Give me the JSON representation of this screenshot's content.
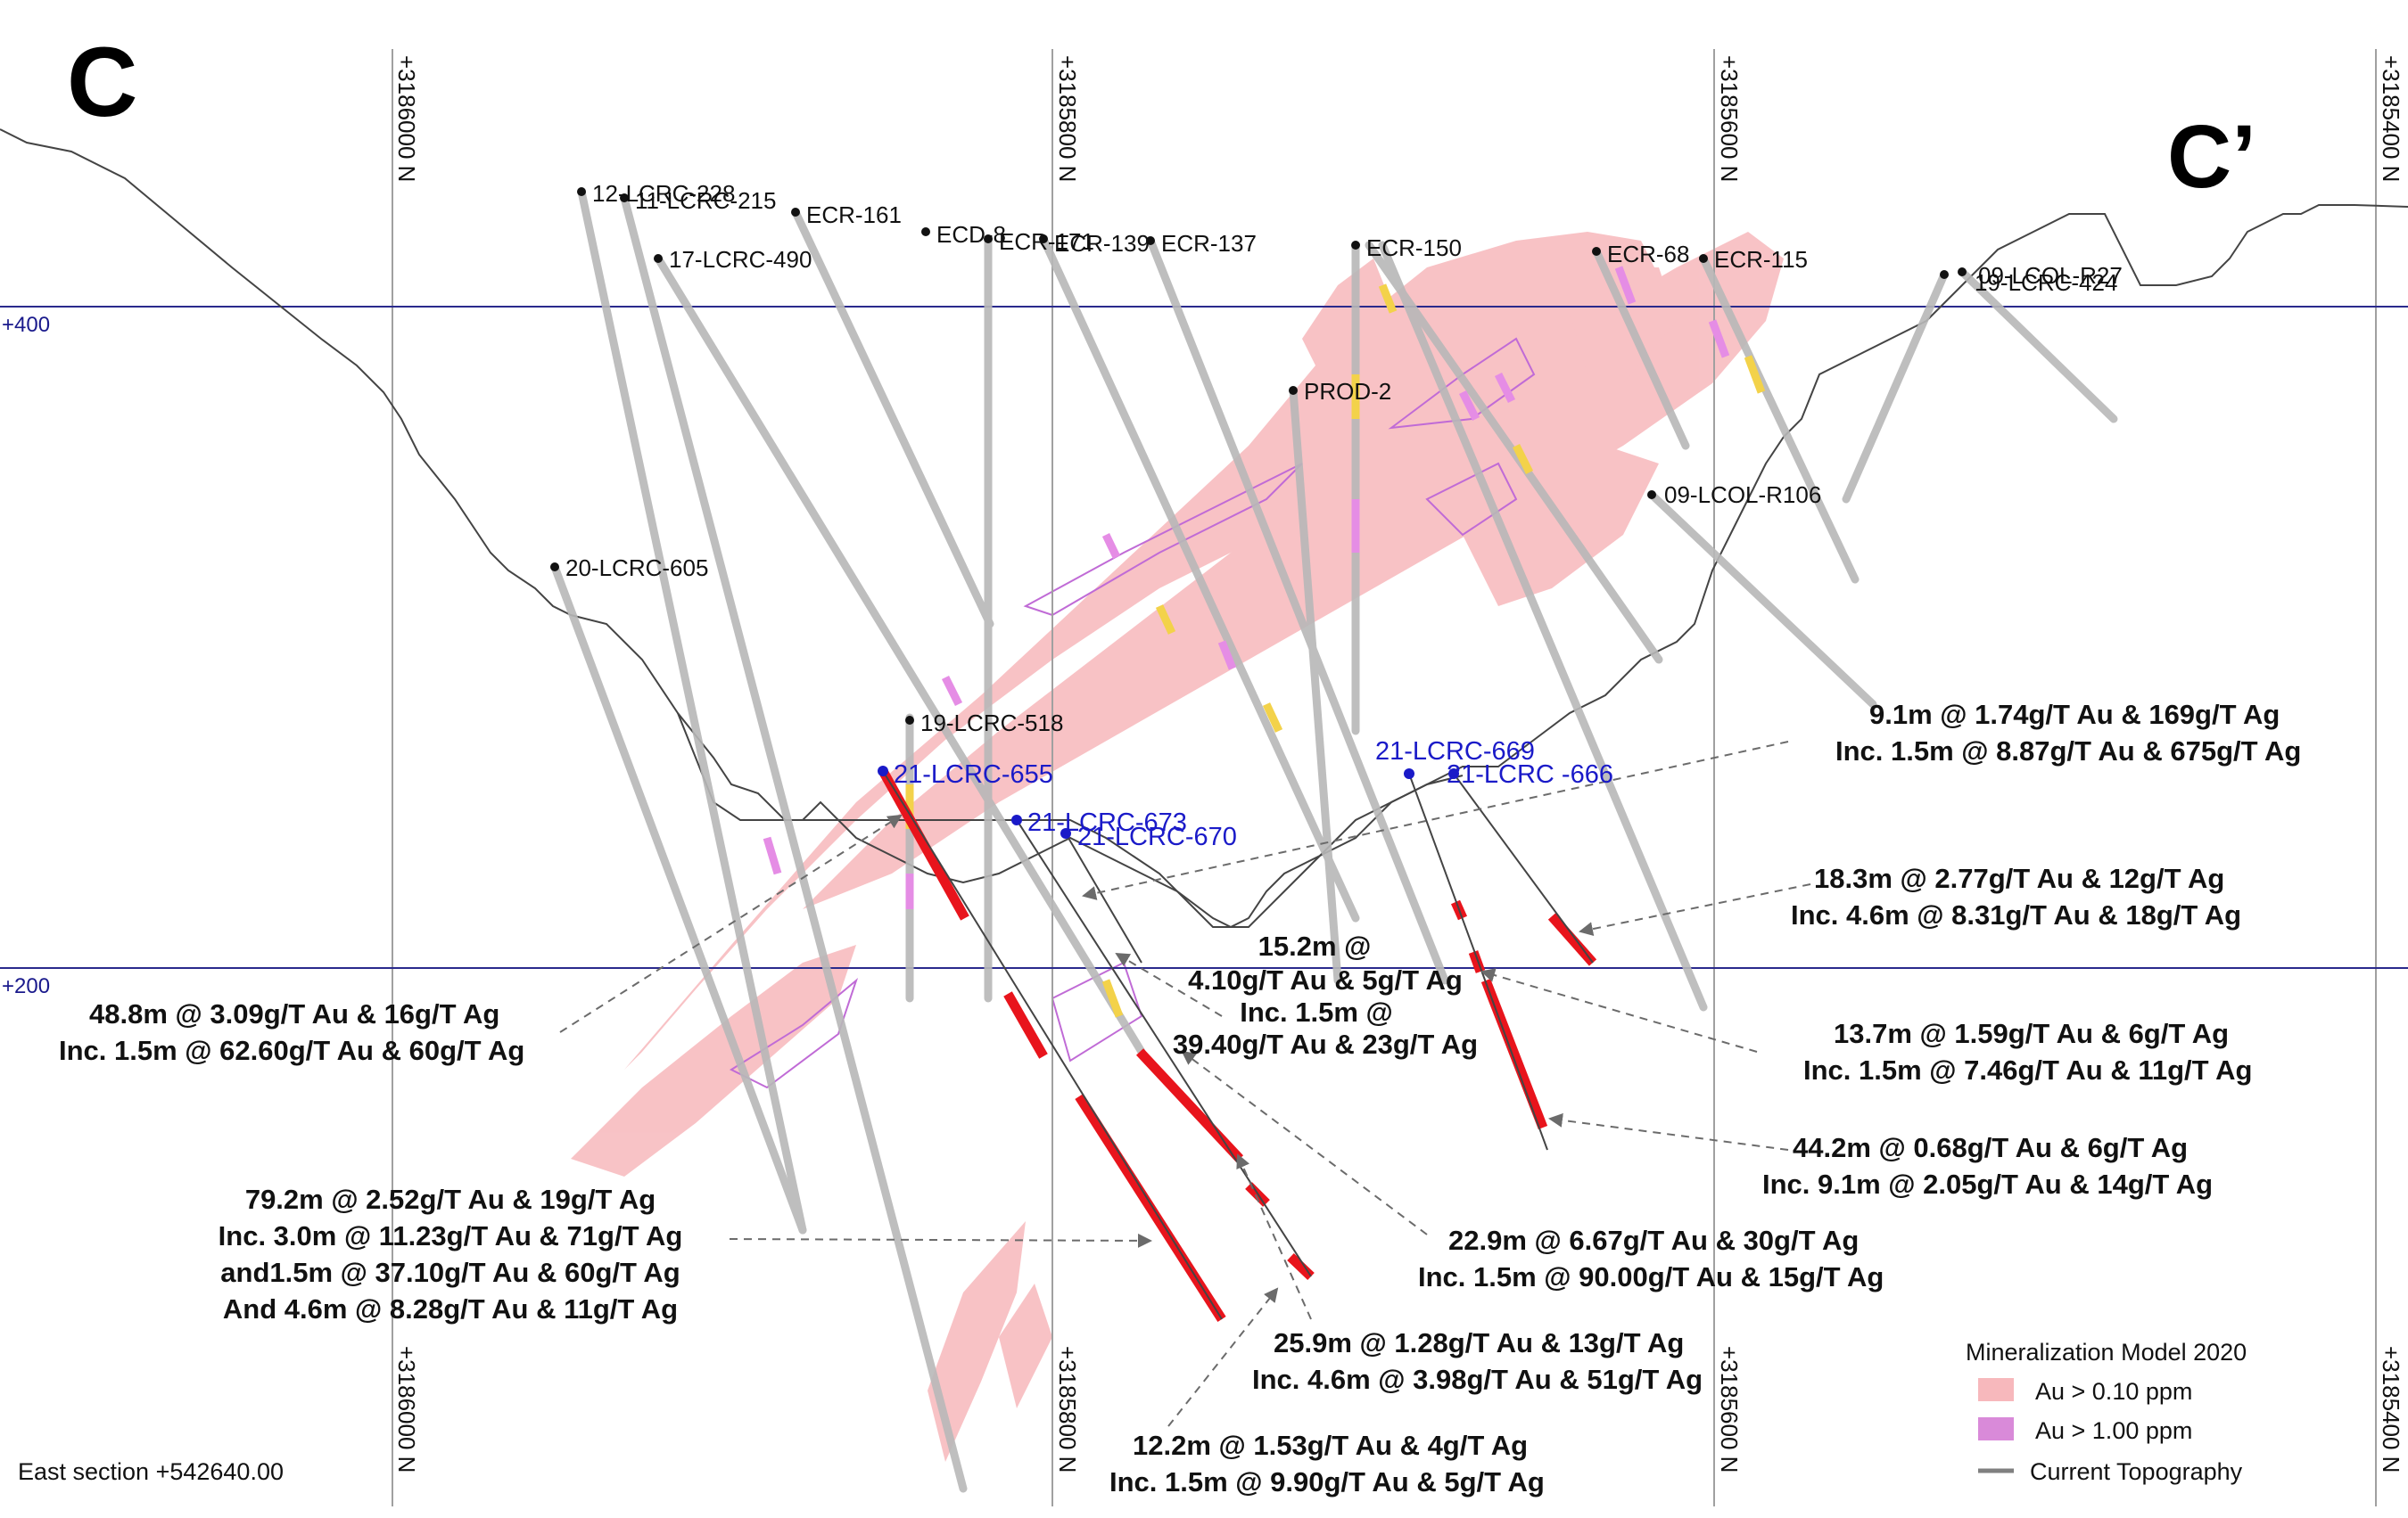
{
  "section": {
    "label_left": "C",
    "label_right": "C’",
    "footer": "East section +542640.00"
  },
  "northings": [
    {
      "label": "+3186000 N"
    },
    {
      "label": "+3185800 N"
    },
    {
      "label": "+3185600 N"
    },
    {
      "label": "+3185400 N"
    }
  ],
  "elevations": [
    {
      "label": "+400"
    },
    {
      "label": "+200"
    }
  ],
  "collars": [
    {
      "label": "12-LCRC-228"
    },
    {
      "label": "11-LCRC-215"
    },
    {
      "label": "ECR-161"
    },
    {
      "label": "17-LCRC-490"
    },
    {
      "label": "ECD-8"
    },
    {
      "label": "ECR-171"
    },
    {
      "label": "ECR-139"
    },
    {
      "label": "ECR-137"
    },
    {
      "label": "ECR-150"
    },
    {
      "label": "ECR-68"
    },
    {
      "label": "ECR-115"
    },
    {
      "label": "09-LCOL-R27"
    },
    {
      "label": "19-LCRC-424"
    },
    {
      "label": "PROD-2"
    },
    {
      "label": "09-LCOL-R106"
    },
    {
      "label": "20-LCRC-605"
    },
    {
      "label": "19-LCRC-518"
    }
  ],
  "new_holes": [
    {
      "label": "21-LCRC-655"
    },
    {
      "label": "21-LCRC-673"
    },
    {
      "label": "21-LCRC-670"
    },
    {
      "label": "21-LCRC-669"
    },
    {
      "label": "21-LCRC -666"
    }
  ],
  "intercepts": [
    {
      "lines": [
        "9.1m @ 1.74g/T Au & 169g/T Ag",
        "Inc. 1.5m @ 8.87g/T Au & 675g/T Ag"
      ]
    },
    {
      "lines": [
        "18.3m @ 2.77g/T Au & 12g/T Ag",
        "Inc. 4.6m @ 8.31g/T Au & 18g/T Ag"
      ]
    },
    {
      "lines": [
        "15.2m @",
        "4.10g/T Au & 5g/T Ag",
        "Inc. 1.5m @",
        "39.40g/T Au & 23g/T Ag"
      ]
    },
    {
      "lines": [
        "13.7m @ 1.59g/T Au & 6g/T Ag",
        "Inc. 1.5m @ 7.46g/T Au & 11g/T Ag"
      ]
    },
    {
      "lines": [
        "48.8m @ 3.09g/T Au & 16g/T Ag",
        "Inc. 1.5m @ 62.60g/T Au & 60g/T Ag"
      ]
    },
    {
      "lines": [
        "44.2m @ 0.68g/T Au & 6g/T Ag",
        "Inc. 9.1m @ 2.05g/T Au & 14g/T Ag"
      ]
    },
    {
      "lines": [
        "79.2m @ 2.52g/T Au & 19g/T Ag",
        "Inc. 3.0m @ 11.23g/T Au & 71g/T Ag",
        "and1.5m @ 37.10g/T Au & 60g/T Ag",
        "And 4.6m @ 8.28g/T Au & 11g/T Ag"
      ]
    },
    {
      "lines": [
        "22.9m @ 6.67g/T Au & 30g/T Ag",
        "Inc. 1.5m @ 90.00g/T Au & 15g/T Ag"
      ]
    },
    {
      "lines": [
        "25.9m @ 1.28g/T Au & 13g/T Ag",
        "Inc. 4.6m @ 3.98g/T Au & 51g/T Ag"
      ]
    },
    {
      "lines": [
        "12.2m @ 1.53g/T Au & 4g/T Ag",
        "Inc. 1.5m @ 9.90g/T Au & 5g/T Ag"
      ]
    }
  ],
  "legend": {
    "title": "Mineralization Model 2020",
    "items": [
      {
        "label": "Au > 0.10 ppm",
        "color": "#f7b8bc"
      },
      {
        "label": "Au > 1.00 ppm",
        "color": "#d98ad9"
      },
      {
        "label": "Current Topography",
        "color": "#808080"
      }
    ]
  },
  "colors": {
    "grid_vertical": "#a0a0a0",
    "grid_horizontal": "#2a2a8c",
    "mineral_low": "#f7b8bc",
    "mineral_high": "#c06bd6",
    "intercept": "#e8141c",
    "new_hole_text": "#1a1ac8",
    "topography": "#555555"
  }
}
